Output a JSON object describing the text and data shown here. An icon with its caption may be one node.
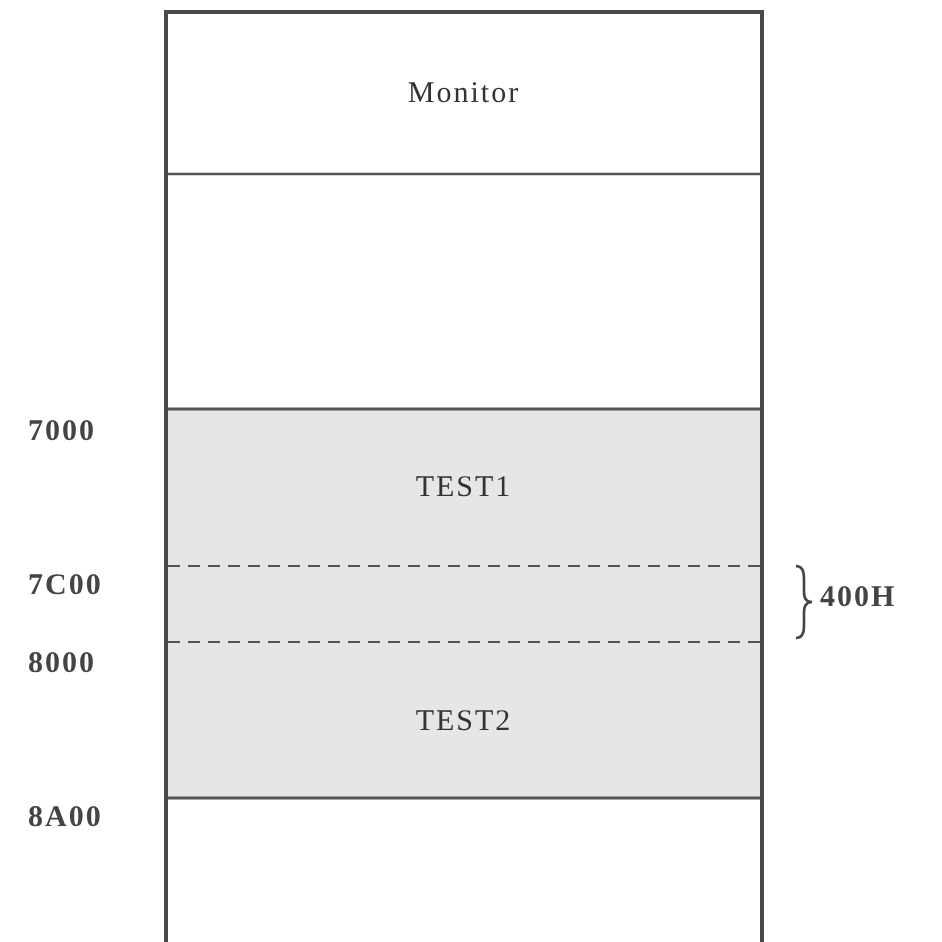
{
  "diagram": {
    "nodes": [
      {
        "text": [],
        "shape": "box"
      },
      {
        "text": [
          "Monitor"
        ],
        "in": 0
      },
      {
        "text": [
          "TEST1"
        ],
        "in": 0
      },
      {
        "text": [
          "TEST2"
        ],
        "in": 0
      }
    ],
    "labels": [
      "7000",
      "7C00",
      "8000",
      "8A00",
      "400H"
    ]
  }
}
